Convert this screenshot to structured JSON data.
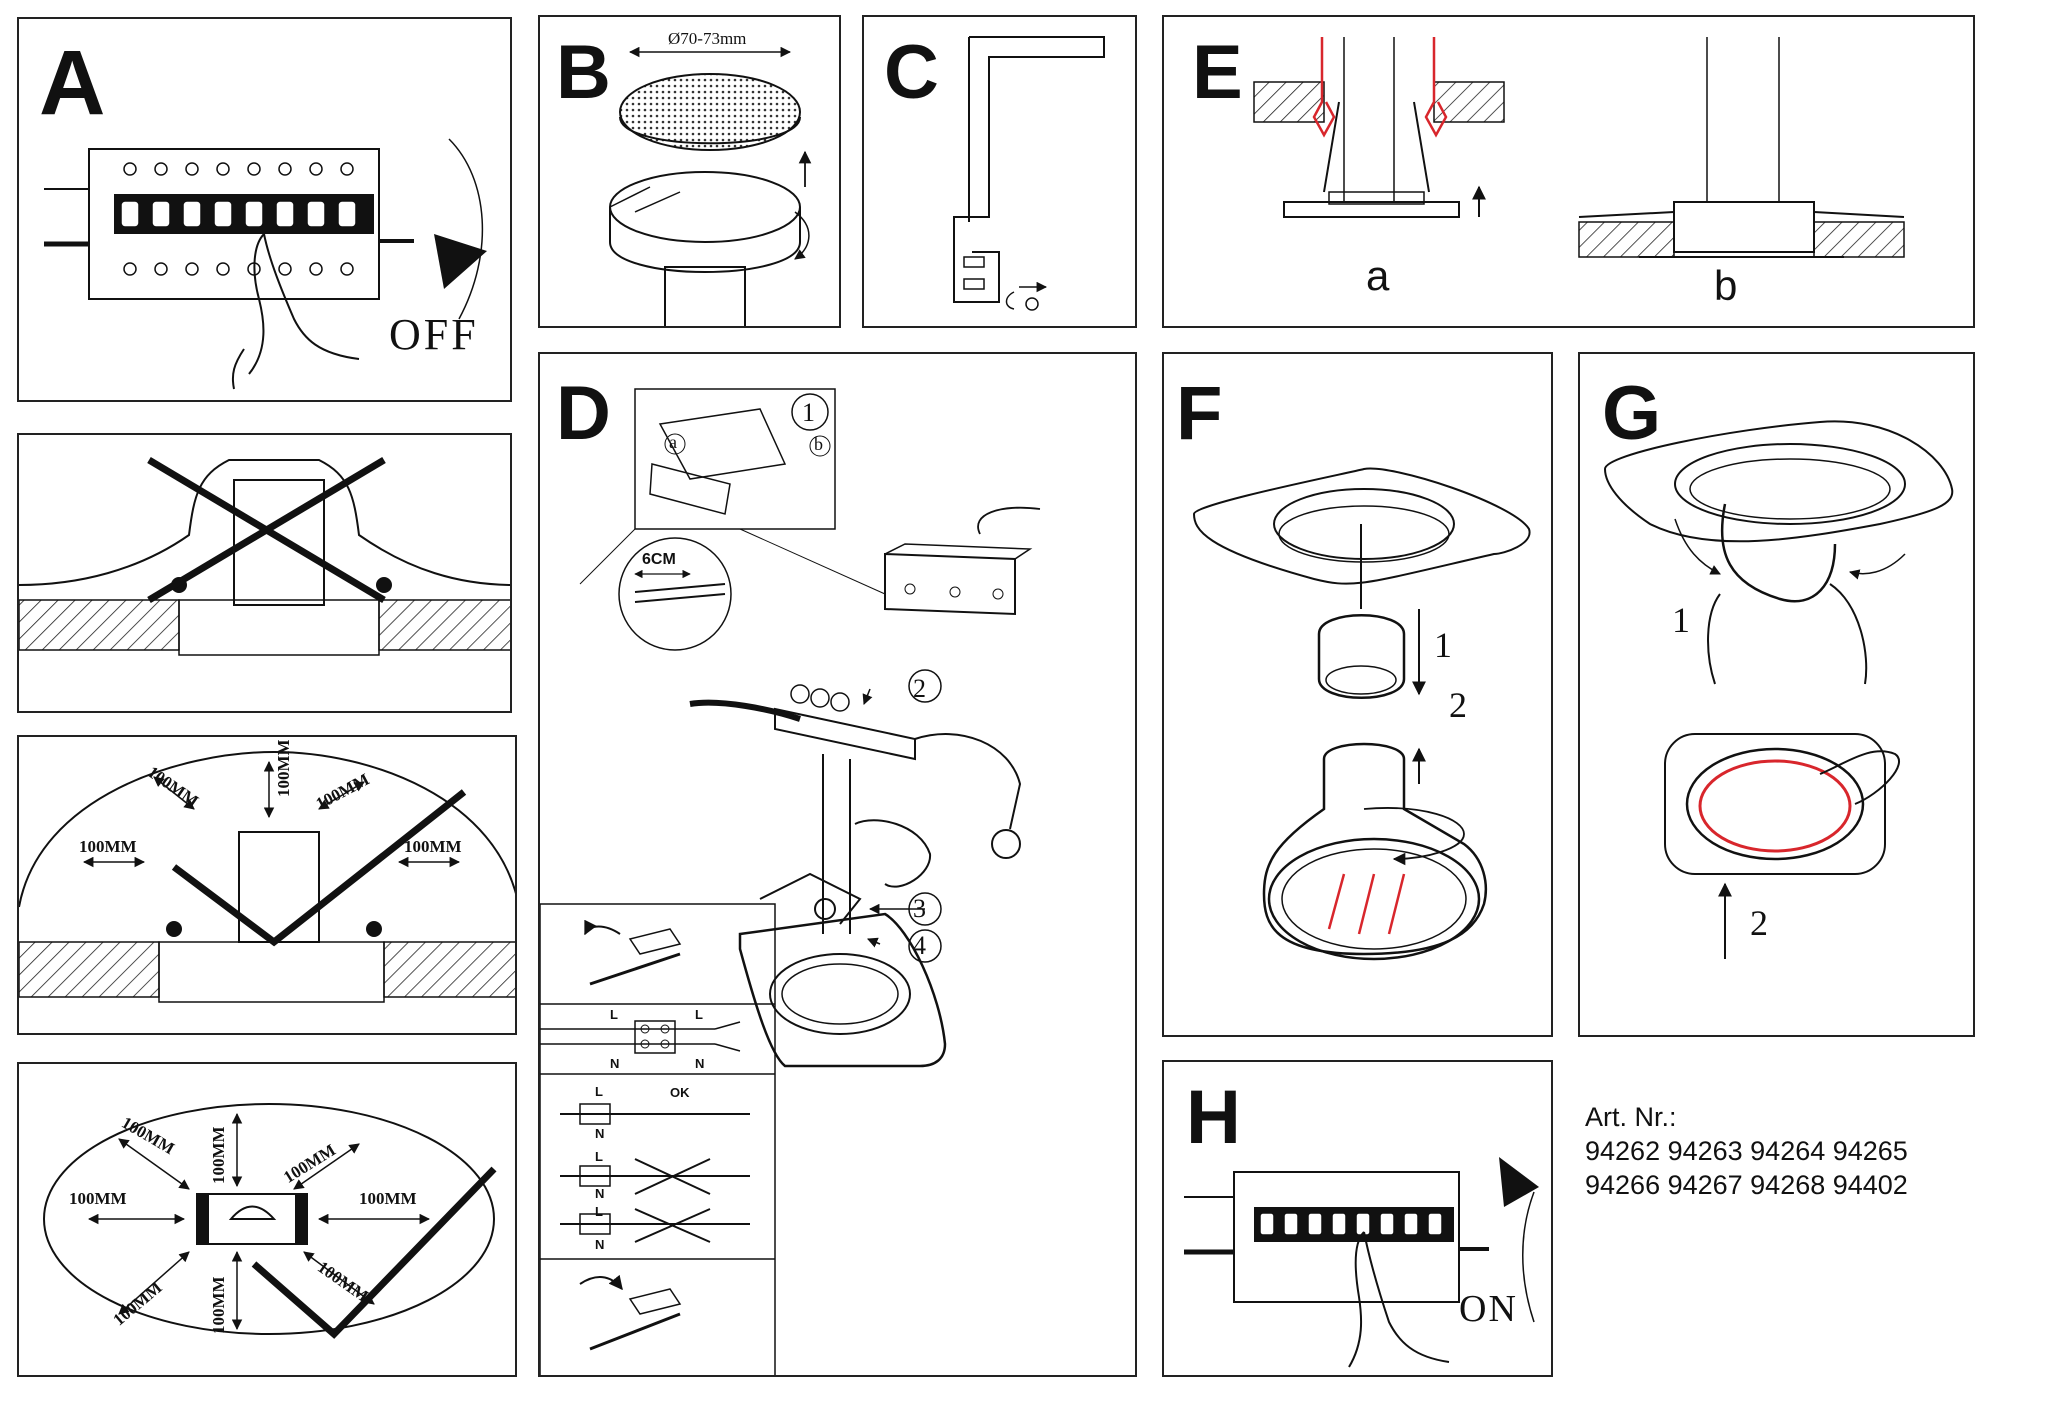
{
  "panels": {
    "a": {
      "letter": "A",
      "action": "OFF"
    },
    "b": {
      "letter": "B",
      "diameter": "Ø70-73mm"
    },
    "c": {
      "letter": "C"
    },
    "d": {
      "letter": "D",
      "steps": [
        "1",
        "2",
        "3",
        "4"
      ],
      "sub_a": "a",
      "sub_b": "b",
      "strip": "6CM",
      "l": "L",
      "n": "N",
      "ok": "OK"
    },
    "e": {
      "letter": "E",
      "sub_a": "a",
      "sub_b": "b"
    },
    "f": {
      "letter": "F",
      "steps": [
        "1",
        "2"
      ]
    },
    "g": {
      "letter": "G",
      "steps": [
        "1",
        "2"
      ]
    },
    "h": {
      "letter": "H",
      "action": "ON"
    }
  },
  "clearance": {
    "distance": "100MM"
  },
  "article": {
    "label": "Art. Nr.:",
    "line1": "94262 94263 94264 94265",
    "line2": "94266 94267 94268 94402"
  },
  "colors": {
    "wire_red": "#d8262c",
    "ink": "#111111"
  }
}
